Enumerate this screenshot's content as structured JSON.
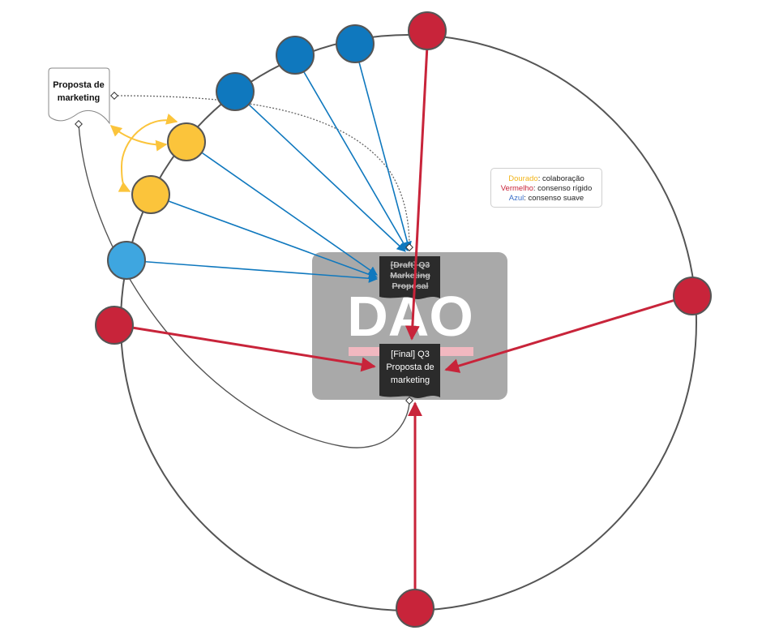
{
  "node_note": {
    "line1": "Proposta de",
    "line2": "marketing"
  },
  "dao_watermark": "DAO",
  "draft_doc": {
    "line1": "[Draft] Q3",
    "line2": "Marketing",
    "line3": "Proposal"
  },
  "final_doc": {
    "line1": "[Final] Q3",
    "line2": "Proposta de",
    "line3": "marketing"
  },
  "legend": [
    {
      "key": "Dourado",
      "desc": ": colaboração",
      "color": "#f2b51a"
    },
    {
      "key": "Vermelho",
      "desc": ": consenso rígido",
      "color": "#c8243a"
    },
    {
      "key": "Azul",
      "desc": ": consenso suave",
      "color": "#3b6fc9"
    }
  ],
  "colors": {
    "gold": "#fbc43b",
    "red": "#c8243a",
    "blue": "#0f78be",
    "light_blue": "#3ea6e0",
    "doc_dark": "#2b2b2b",
    "dao_box": "#a9a9a9"
  }
}
